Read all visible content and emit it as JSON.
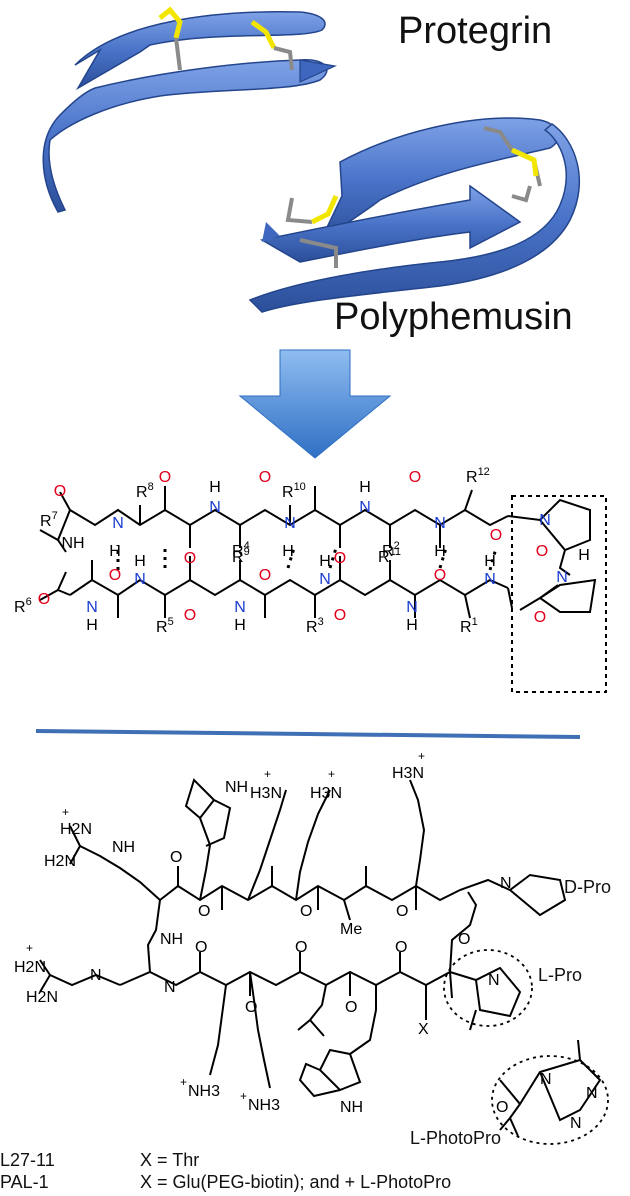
{
  "labels": {
    "protegrin": "Protegrin",
    "polyphemusin": "Polyphemusin",
    "d_pro": "D-Pro",
    "l_pro": "L-Pro",
    "l_photopro": "L-PhotoPro"
  },
  "legend": {
    "row1_name": "L27-11",
    "row1_text": "X =  Thr",
    "row2_name": "PAL-1",
    "row2_text": "X =  Glu(PEG-biotin);  and + L-PhotoPro"
  },
  "atoms": {
    "N": "N",
    "O": "O",
    "H": "H",
    "NH": "NH",
    "R": "R",
    "me": "Me",
    "x": "X",
    "h3n": "H3N",
    "h2n": "H2N",
    "nh3": "NH3",
    "plus": "+"
  },
  "r_superscripts": [
    "1",
    "2",
    "3",
    "4",
    "5",
    "6",
    "7",
    "8",
    "9",
    "10",
    "11",
    "12"
  ],
  "colors": {
    "ribbon": "#4a74c9",
    "ribbon_dark": "#2c4f9a",
    "disulfide": "#f2e600",
    "bond_gray": "#8a8a8a",
    "arrow_blue": "#3f7fcf",
    "divider": "#3f6fb5",
    "oxygen": "#e0001b",
    "nitrogen": "#1a3cd1"
  }
}
